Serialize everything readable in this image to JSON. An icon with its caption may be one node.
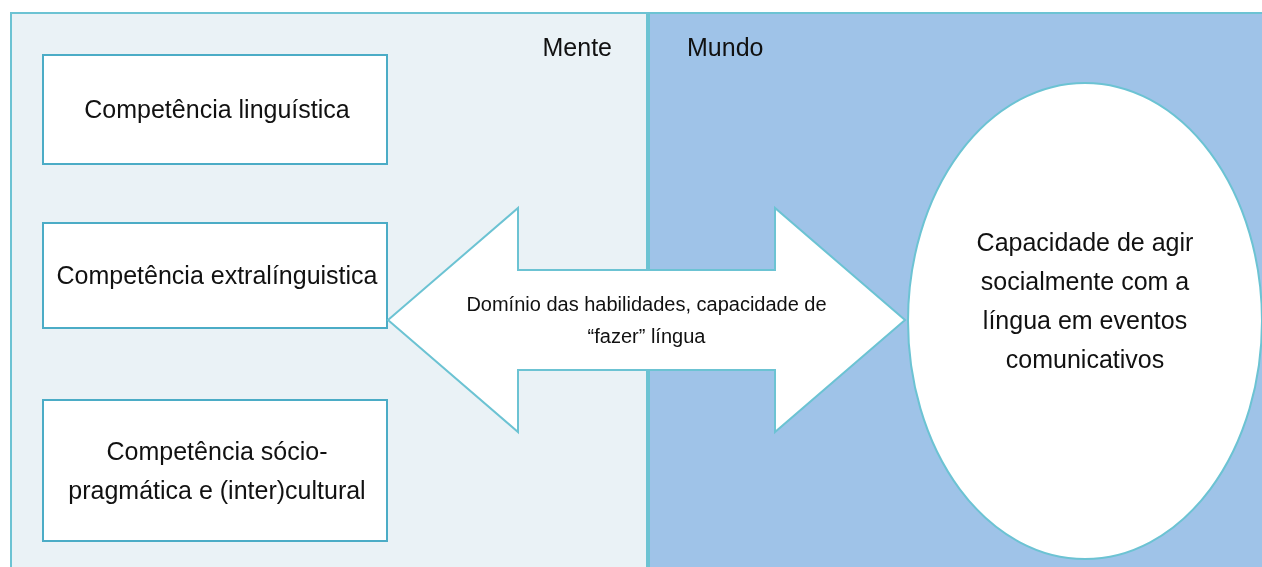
{
  "diagram": {
    "nodes": [
      {
        "text": [
          "Mente"
        ]
      },
      {
        "text": [
          "Competência linguística"
        ],
        "in": 0
      },
      {
        "text": [
          "Competência extralínguistica"
        ],
        "in": 0
      },
      {
        "text": [
          "Competência sócio-pragmática e (inter)cultural"
        ],
        "in": 0
      },
      {
        "text": [
          "Mundo"
        ]
      },
      {
        "text": [
          "Capacidade de agir socialmente com a língua em eventos comunicativos"
        ],
        "in": 4
      }
    ],
    "edges": [
      {
        "from": 2,
        "to": 5,
        "arrow": "both",
        "label": "Domínio das habilidades, capacidade de “fazer” língua",
        "style": "thick"
      }
    ]
  }
}
